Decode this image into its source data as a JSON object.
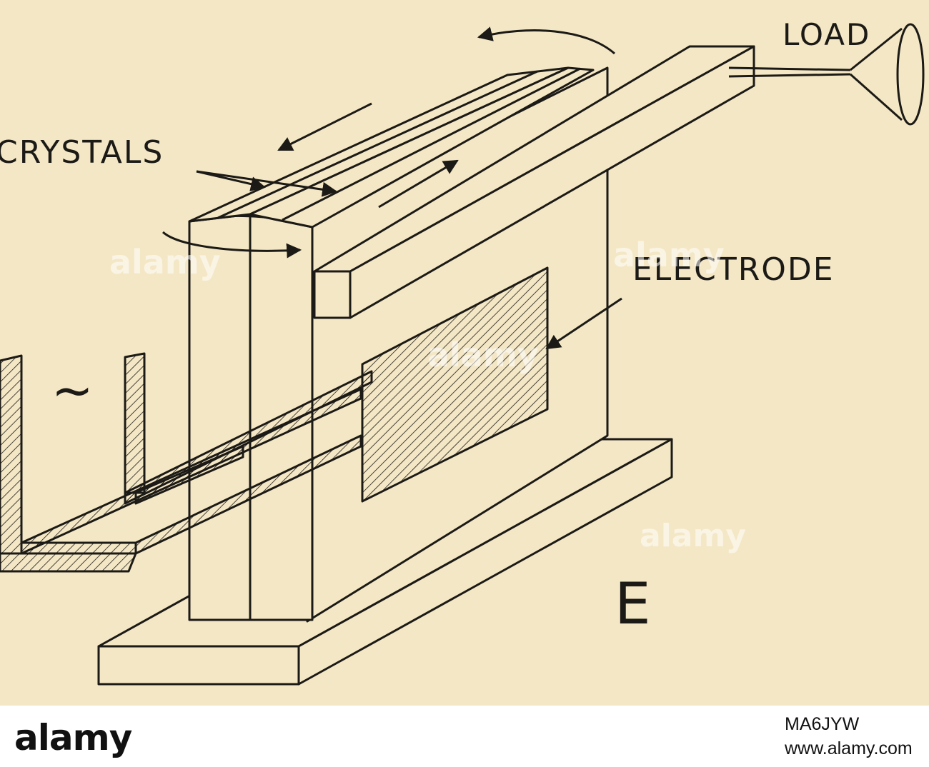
{
  "figure": {
    "labels": {
      "load": "LOAD",
      "crystals": "CRYSTALS",
      "electrode": "ELECTRODE",
      "panel": "E",
      "ac_symbol": "~"
    },
    "watermark": "alamy"
  },
  "footer": {
    "logo": "alamy",
    "image_id": "MA6JYW",
    "url": "www.alamy.com"
  }
}
